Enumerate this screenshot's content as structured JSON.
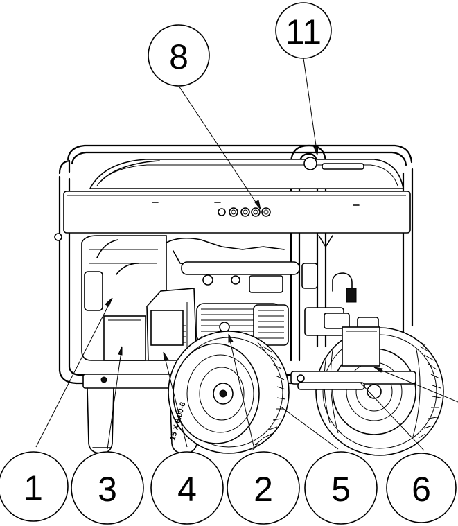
{
  "callouts": [
    {
      "id": "c8",
      "label": "8"
    },
    {
      "id": "c11",
      "label": "11"
    },
    {
      "id": "c1",
      "label": "1"
    },
    {
      "id": "c3",
      "label": "3"
    },
    {
      "id": "c4",
      "label": "4"
    },
    {
      "id": "c2",
      "label": "2"
    },
    {
      "id": "c5",
      "label": "5"
    },
    {
      "id": "c6",
      "label": "6"
    }
  ],
  "tire_marking": "15 X 6.00-6",
  "colors": {
    "line": "#000000",
    "background": "#ffffff"
  }
}
